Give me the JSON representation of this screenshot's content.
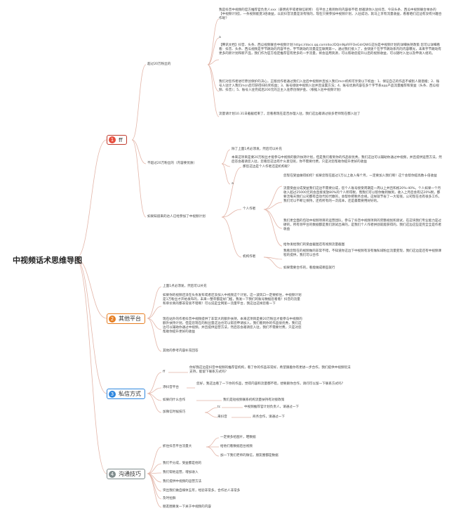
{
  "title": "中视频话术思维导图",
  "branches": {
    "ff": {
      "num": "1",
      "label": "ff",
      "color": "#e74c3c"
    },
    "other": {
      "num": "2",
      "label": "其他平台",
      "color": "#e67e22"
    },
    "private": {
      "num": "3",
      "label": "私信方式",
      "color": "#2e86de"
    },
    "skills": {
      "num": "4",
      "label": "沟通技巧",
      "color": "#7f8c8d"
    }
  },
  "ff": {
    "over20w": "超过20万粉丝的",
    "over20w_p1": "我是抖音中视频的官方推荐官负责人xxx（豪明名字或者微信昵称） 在平台上看到你的内容很不错 想邀请你入驻抖音、今日头条、西瓜中视频联合举办的【中视频计划】，一条视频能变3倍收益，以前抖音流量是没有钱的，现在只要参加中视频计划，入驻成功，就马上享有流量收益，看看咱们这边有没有兴趣合作呢？",
    "a1": "a",
    "over20w_p2": "【腾讯文档】抖音、头条、西瓜视频联合中视频计划 https://docs.qq.com/doc/DQmNpRFFOeGdrQWG这份是中视频计划的详细扶持政策 您可以详细看看：抖音、头条、西瓜视频是字节跳动的内容平台，字节跳动的流量是互联网第一，通过我们接入了，会快速个在字节跳动系内的内容曝光，未来字节跳动有更多的新计划和新产品，我们作为官方指定推荐官有更多的一手流量，将会运用资源，可以帮助您提升以后的视频收益，可以随时入驻以及申请入组的。",
    "over20w_p3": "我们对您作者进行原创保护的决心，正版创作者通过我们入驻后中视频并且加入我们mcn机构可享受以下权益：1、保证自己的作品不被别人随意搬；2、账号入驻计入我们mcn后可获得扫码奖权益；3、账号接收中视频入驻并且设置方法；4、账号优质内容在多个字节系app产品流量推荐和受益（头条、西瓜视频、抖音）；5、账号入驻完成后200元的正主入驻原创保护金。（根据入驻中视频计划）",
    "over20w_p4": "流量请计划10.31日截截结束了，您看看现在是否办理入驻，我们这边邀请过很多老师现在都入驻了",
    "under20w": "不超过20万粉丝的（内容要优质）",
    "under20w_p1": "除了上面1点必须发，然后可以补充",
    "under20w_p2": "本来这项目是要20万粉丝才能参与中视频的额外扶持计划，但是我们看到你的作品很优秀，我们这边可以辅助你通过中视频，并且提供运营方法，然后答会邀请您入驻，您看您这边有什么意见呢，你不需要付费，只是对您帮助你提升更好的收益",
    "a2": "a",
    "existing": "如果知道来的达人已经参加了中视频计划",
    "q_mcn": "那您这边是个人作者还是机构呢？",
    "personal": "个人作者",
    "personal_p1": "您现在受益做得如何？如果您现在超过1万以上收入每个月，一定要加入我们啊！这个会帮你提高数十倍收益",
    "personal_p2": "流量受益分成受益我们这边不需要分成，您个人账号接受周期是一周以上并且和视20%-40%，个人如果一个月收入超过25000元的会直接发放80%的个人所得税，而我们可以帮你做到做到，收入上月后会有记20%税，都要活每天我们公司都有自动代扣代缴的，会帮你把税务合规，这样就节省了一大笔钱，公司现在也有很多工作，我们可以不断让保持，还有所有的一次成本，还是最需要用好好的。",
    "personal_p3": "我们更全面的包括中视频项目的运营团队，参与了抖音中视频项目的完整规划和测试，在这块我们专业能力是过硬的，所有领平台的数据都是我们测试出来的，是我们个人作者拼劲就能获得的，我们这边这些是完全全是作者收益",
    "personal_p4": "给你发给我们的受益截图还有视频流量截图",
    "org": "机构作者",
    "org_p1": "我看您现在的视频做的非常不错，不知道你这边下中视频有没有做私域粉丝流量变现，我们这边是还有中视频课程的提供，我们可以合作",
    "org_p2": "如果需要合作的，看能做成哪些就行"
  },
  "other": {
    "p1": "上面1点必须发，然后可以补充",
    "p2": "如果你的视频还没在头条发布或者还没加入中视频这个计划，这一波风口一定要抓住，中视频计划是1万粉丝才开始发布的，未来一整年都是好门槛，我发一下我们的账号数据您看看！抖音的流量和单价真的都非常高不错啊！可以说是全网第一流量平台，我这边这样您看一下",
    "p3": "现在站外的作者抖音中视频提供了非常大的额外扶持，本来这项目是要20万粉丝才能参与中视频的额外扶持计划，但是您现在的粉丝量这边也可以帮您申请加入，我们看到你的作品很优秀，我们这边可以辅助你通过中视频，并且提供运营方法，然后答会邀请您入驻，我们不需要付费，只是对您帮助你提升更好的收益",
    "p4": "其他的参考内容补充回答"
  },
  "private": {
    "ff": "ff",
    "ff_p": "你好我这边是抖音中视频的推荐官机构，看了你的作品非常好，希望跟着你有更进一步合作，我们提供中视频玩法支持，能留下联系方式吗？",
    "add": "添抖音平台",
    "add_p": "您好，我这边看了一下你的作品，觉得内容和流量都不错，想要跟你合作，请问可以留一下联系方式吗？",
    "wechat_fail": "如果问什么合作",
    "wechat_fail_p": "我们是短视频联系机构流量扶持有对接政策",
    "verify": "加微信时候技巧",
    "tc": "tc",
    "tc_p": "中视频推荐官计划负责人，请通过一下",
    "douyin": "来抖音",
    "douyin_p": "商务合作，请通过一下"
  },
  "skills": {
    "join": "抓住抖音平台流量大",
    "join_1": "一定要多给图片，晒数据",
    "join_2": "给他们看数据后台视频",
    "join_3": "加一下我们老师的微信，朋友圈都是数据",
    "s1": "我们不分成，受益都是他的",
    "s2": "我们帮他运营，增加收入",
    "s3": "我们提供中视频的运营方法",
    "s4": "突出我们做自媒体五年，经验非常多，合作达人非常多",
    "s5": "及时拉群",
    "s6": "朋友圈要发一下关于中视频的内容"
  },
  "colors": {
    "line": "#e3b5a8",
    "ff": "#e74c3c",
    "other": "#e67e22",
    "private": "#2e86de",
    "skills": "#7f8c8d"
  }
}
